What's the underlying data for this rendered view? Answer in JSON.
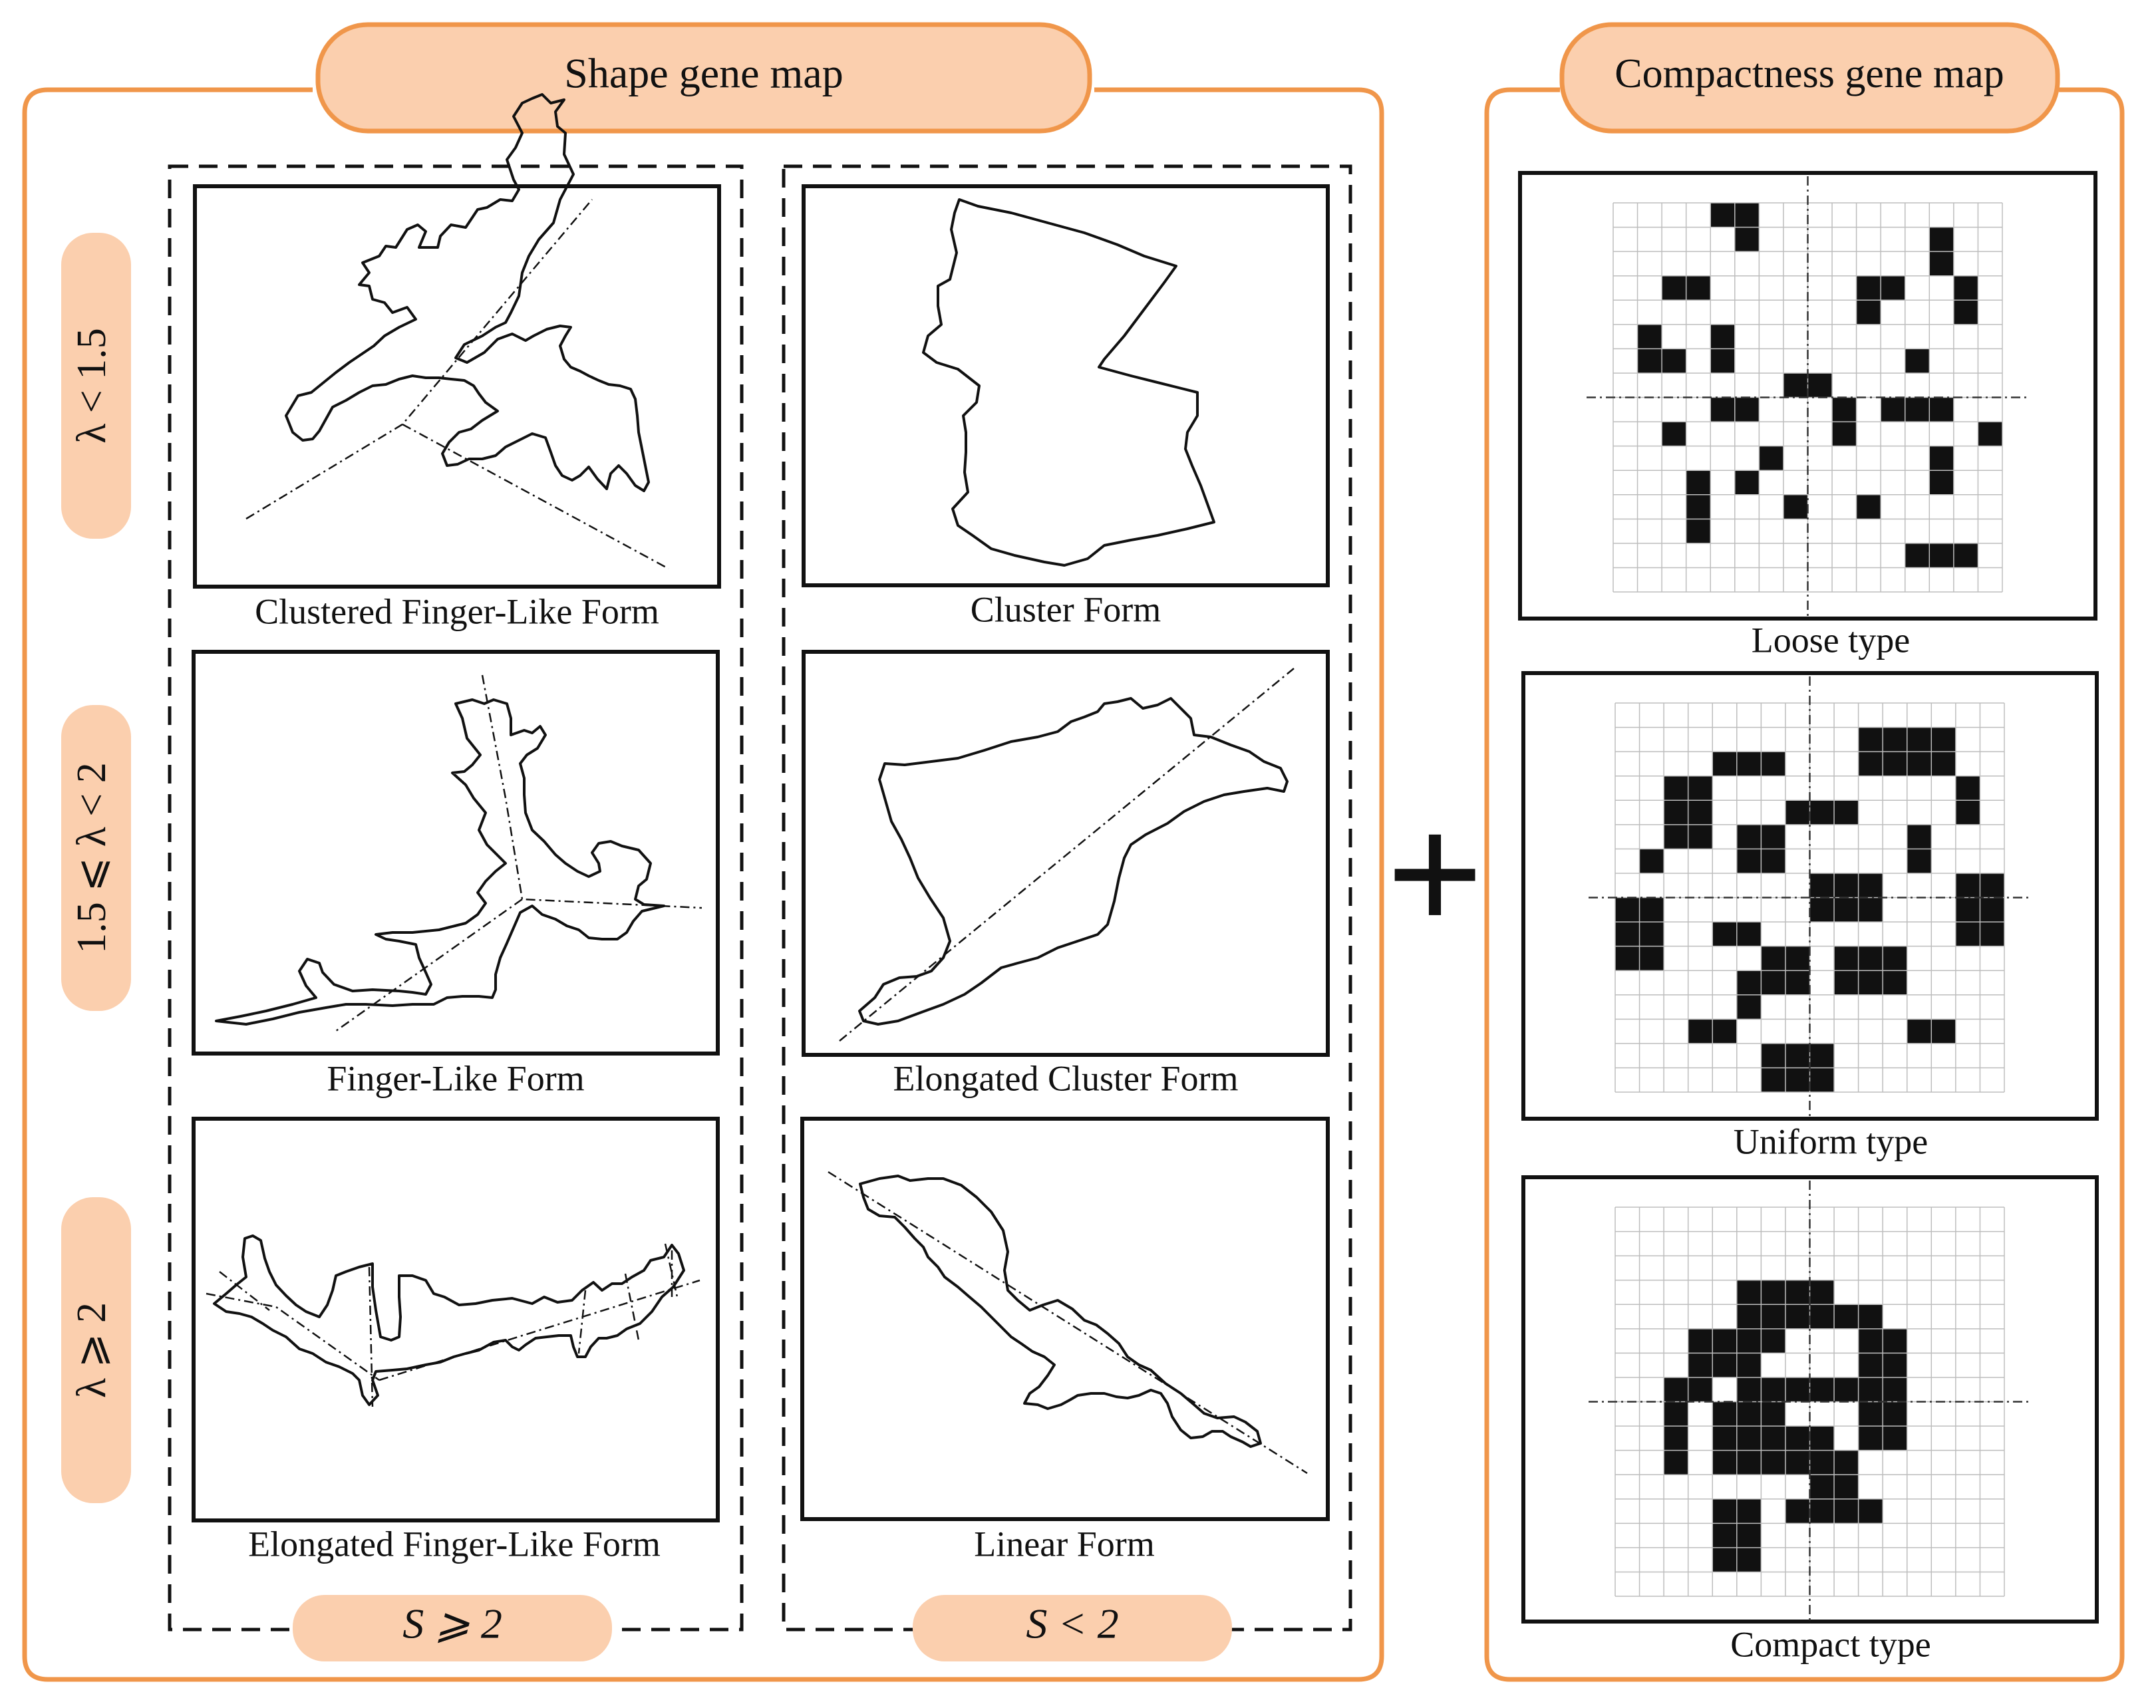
{
  "colors": {
    "accent_border": "#f0964a",
    "pill_fill": "#fbcfae",
    "ink": "#111111",
    "grid_line": "#bdbdbd"
  },
  "shape_panel": {
    "title": "Shape gene map",
    "row_labels": [
      "λ < 1.5",
      "1.5 ⩽ λ < 2",
      "λ ⩾ 2"
    ],
    "col_labels": [
      "S ⩾ 2",
      "S < 2"
    ],
    "cells": [
      {
        "caption": "Clustered Finger-Like Form"
      },
      {
        "caption": "Cluster Form"
      },
      {
        "caption": "Finger-Like Form"
      },
      {
        "caption": "Elongated Cluster Form"
      },
      {
        "caption": "Elongated Finger-Like Form"
      },
      {
        "caption": "Linear Form"
      }
    ]
  },
  "operator": "+",
  "compact_panel": {
    "title": "Compactness gene map",
    "grids": [
      {
        "caption": "Loose type",
        "size": 16,
        "filled": [
          [
            0,
            4
          ],
          [
            0,
            5
          ],
          [
            1,
            5
          ],
          [
            1,
            13
          ],
          [
            2,
            13
          ],
          [
            3,
            2
          ],
          [
            3,
            3
          ],
          [
            3,
            10
          ],
          [
            3,
            11
          ],
          [
            3,
            14
          ],
          [
            4,
            10
          ],
          [
            4,
            14
          ],
          [
            5,
            1
          ],
          [
            5,
            4
          ],
          [
            6,
            1
          ],
          [
            6,
            2
          ],
          [
            6,
            4
          ],
          [
            6,
            12
          ],
          [
            7,
            7
          ],
          [
            7,
            8
          ],
          [
            8,
            4
          ],
          [
            8,
            5
          ],
          [
            8,
            9
          ],
          [
            8,
            11
          ],
          [
            8,
            12
          ],
          [
            8,
            13
          ],
          [
            9,
            2
          ],
          [
            9,
            9
          ],
          [
            9,
            15
          ],
          [
            10,
            6
          ],
          [
            10,
            13
          ],
          [
            11,
            3
          ],
          [
            11,
            5
          ],
          [
            11,
            13
          ],
          [
            12,
            3
          ],
          [
            12,
            7
          ],
          [
            12,
            10
          ],
          [
            13,
            3
          ],
          [
            14,
            12
          ],
          [
            14,
            13
          ],
          [
            14,
            14
          ]
        ]
      },
      {
        "caption": "Uniform type",
        "size": 16,
        "filled": [
          [
            1,
            10
          ],
          [
            1,
            11
          ],
          [
            1,
            12
          ],
          [
            1,
            13
          ],
          [
            2,
            4
          ],
          [
            2,
            5
          ],
          [
            2,
            6
          ],
          [
            2,
            10
          ],
          [
            2,
            11
          ],
          [
            2,
            12
          ],
          [
            2,
            13
          ],
          [
            3,
            2
          ],
          [
            3,
            3
          ],
          [
            3,
            14
          ],
          [
            4,
            2
          ],
          [
            4,
            3
          ],
          [
            4,
            7
          ],
          [
            4,
            8
          ],
          [
            4,
            9
          ],
          [
            4,
            14
          ],
          [
            5,
            2
          ],
          [
            5,
            3
          ],
          [
            5,
            5
          ],
          [
            5,
            6
          ],
          [
            5,
            12
          ],
          [
            6,
            1
          ],
          [
            6,
            5
          ],
          [
            6,
            6
          ],
          [
            6,
            12
          ],
          [
            7,
            8
          ],
          [
            7,
            9
          ],
          [
            7,
            10
          ],
          [
            7,
            14
          ],
          [
            7,
            15
          ],
          [
            8,
            0
          ],
          [
            8,
            1
          ],
          [
            8,
            8
          ],
          [
            8,
            9
          ],
          [
            8,
            10
          ],
          [
            8,
            14
          ],
          [
            8,
            15
          ],
          [
            9,
            0
          ],
          [
            9,
            1
          ],
          [
            9,
            4
          ],
          [
            9,
            5
          ],
          [
            9,
            14
          ],
          [
            9,
            15
          ],
          [
            10,
            0
          ],
          [
            10,
            1
          ],
          [
            10,
            6
          ],
          [
            10,
            7
          ],
          [
            10,
            9
          ],
          [
            10,
            10
          ],
          [
            10,
            11
          ],
          [
            11,
            5
          ],
          [
            11,
            6
          ],
          [
            11,
            7
          ],
          [
            11,
            9
          ],
          [
            11,
            10
          ],
          [
            11,
            11
          ],
          [
            12,
            5
          ],
          [
            13,
            3
          ],
          [
            13,
            4
          ],
          [
            13,
            12
          ],
          [
            13,
            13
          ],
          [
            14,
            6
          ],
          [
            14,
            7
          ],
          [
            14,
            8
          ],
          [
            15,
            6
          ],
          [
            15,
            7
          ],
          [
            15,
            8
          ]
        ]
      },
      {
        "caption": "Compact type",
        "size": 16,
        "filled": [
          [
            3,
            5
          ],
          [
            3,
            6
          ],
          [
            3,
            7
          ],
          [
            3,
            8
          ],
          [
            4,
            5
          ],
          [
            4,
            6
          ],
          [
            4,
            7
          ],
          [
            4,
            8
          ],
          [
            4,
            9
          ],
          [
            4,
            10
          ],
          [
            5,
            3
          ],
          [
            5,
            4
          ],
          [
            5,
            5
          ],
          [
            5,
            6
          ],
          [
            5,
            10
          ],
          [
            5,
            11
          ],
          [
            6,
            3
          ],
          [
            6,
            4
          ],
          [
            6,
            5
          ],
          [
            6,
            10
          ],
          [
            6,
            11
          ],
          [
            7,
            2
          ],
          [
            7,
            3
          ],
          [
            7,
            5
          ],
          [
            7,
            6
          ],
          [
            7,
            7
          ],
          [
            7,
            8
          ],
          [
            7,
            9
          ],
          [
            7,
            10
          ],
          [
            7,
            11
          ],
          [
            8,
            2
          ],
          [
            8,
            4
          ],
          [
            8,
            5
          ],
          [
            8,
            6
          ],
          [
            8,
            10
          ],
          [
            8,
            11
          ],
          [
            9,
            2
          ],
          [
            9,
            4
          ],
          [
            9,
            5
          ],
          [
            9,
            6
          ],
          [
            9,
            7
          ],
          [
            9,
            8
          ],
          [
            9,
            10
          ],
          [
            9,
            11
          ],
          [
            10,
            2
          ],
          [
            10,
            4
          ],
          [
            10,
            5
          ],
          [
            10,
            6
          ],
          [
            10,
            7
          ],
          [
            10,
            8
          ],
          [
            10,
            9
          ],
          [
            11,
            8
          ],
          [
            11,
            9
          ],
          [
            12,
            4
          ],
          [
            12,
            5
          ],
          [
            12,
            7
          ],
          [
            12,
            8
          ],
          [
            12,
            9
          ],
          [
            12,
            10
          ],
          [
            13,
            4
          ],
          [
            13,
            5
          ],
          [
            14,
            4
          ],
          [
            14,
            5
          ]
        ]
      }
    ]
  }
}
